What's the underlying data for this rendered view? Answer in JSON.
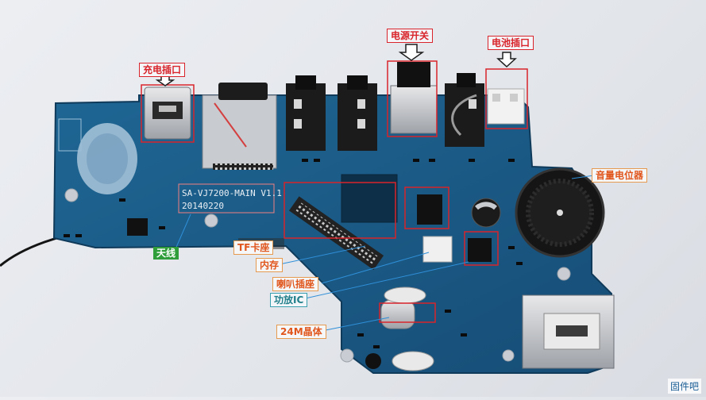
{
  "silkscreen": {
    "model": "SA-VJ7200-MAIN V1.1",
    "date": "20140220"
  },
  "labels": {
    "charge_port": "充电插口",
    "power_switch": "电源开关",
    "battery_port": "电池插口",
    "volume_pot": "音量电位器",
    "tf_card": "TF卡座",
    "memory": "内存",
    "speaker_socket": "喇叭插座",
    "amp_ic": "功放IC",
    "crystal": "24M晶体",
    "antenna": "天线"
  },
  "watermark": "固件吧",
  "colors": {
    "pcb": "#1b5b86",
    "label_red": "#d8242a",
    "label_green": "#2f9e3a",
    "label_orange": "#e0561c",
    "label_teal": "#1f7e8a"
  }
}
